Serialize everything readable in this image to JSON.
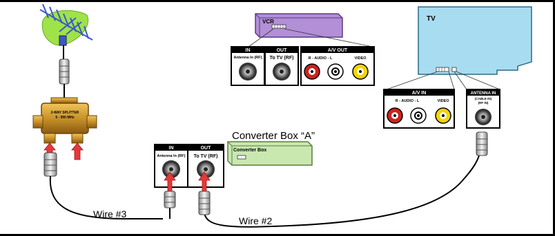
{
  "colors": {
    "vcr_body": "#b28fd6",
    "tv_body": "#a8dcf0",
    "converter_body": "#c9e8b0",
    "antenna_green": "#9fe24a",
    "antenna_blue": "#3a58c8",
    "splitter_gold": "#c8922a",
    "arrow_red": "#e23a3a",
    "rca_red": "#d21f1f",
    "rca_white": "#ffffff",
    "rca_yellow": "#f2d600",
    "wire": "#000000"
  },
  "vcr": {
    "title": "VCR",
    "in_header": "IN",
    "in_label": "Antenna In (RF)",
    "out_header": "OUT",
    "out_label": "To TV (RF)",
    "av_header": "A/V OUT",
    "av_audio_label": "R  -  AUDIO  -  L",
    "av_video_label": "VIDEO"
  },
  "tv": {
    "title": "TV",
    "av_header": "A/V IN",
    "av_audio_label": "R  -  AUDIO  -  L",
    "av_video_label": "VIDEO",
    "ant_header": "ANTENNA IN",
    "ant_sub1": "(CABLE IN)",
    "ant_sub2": "(RF IN)"
  },
  "converter": {
    "caption": "Converter Box “A”",
    "box_label": "Converter Box",
    "in_header": "IN",
    "in_label": "Antenna In (RF)",
    "out_header": "OUT",
    "out_label": "To TV (RF)"
  },
  "splitter": {
    "label_line1": "2-WAY SPLITTER",
    "label_line2": "5 - 900 MHz"
  },
  "wires": {
    "wire3": "Wire #3",
    "wire2": "Wire #2"
  }
}
